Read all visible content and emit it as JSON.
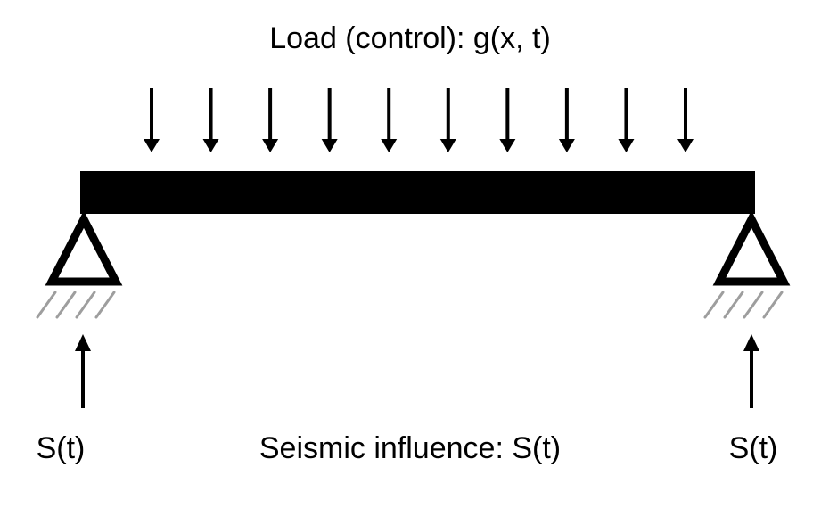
{
  "diagram": {
    "load_label": "Load (control): g(x, t)",
    "seismic_label": "Seismic influence: S(t)",
    "left_reaction_label": "S(t)",
    "right_reaction_label": "S(t)",
    "load_arrow_count": 10,
    "colors": {
      "ink": "#000000",
      "hatch": "#9e9e9e",
      "background": "#ffffff"
    }
  }
}
